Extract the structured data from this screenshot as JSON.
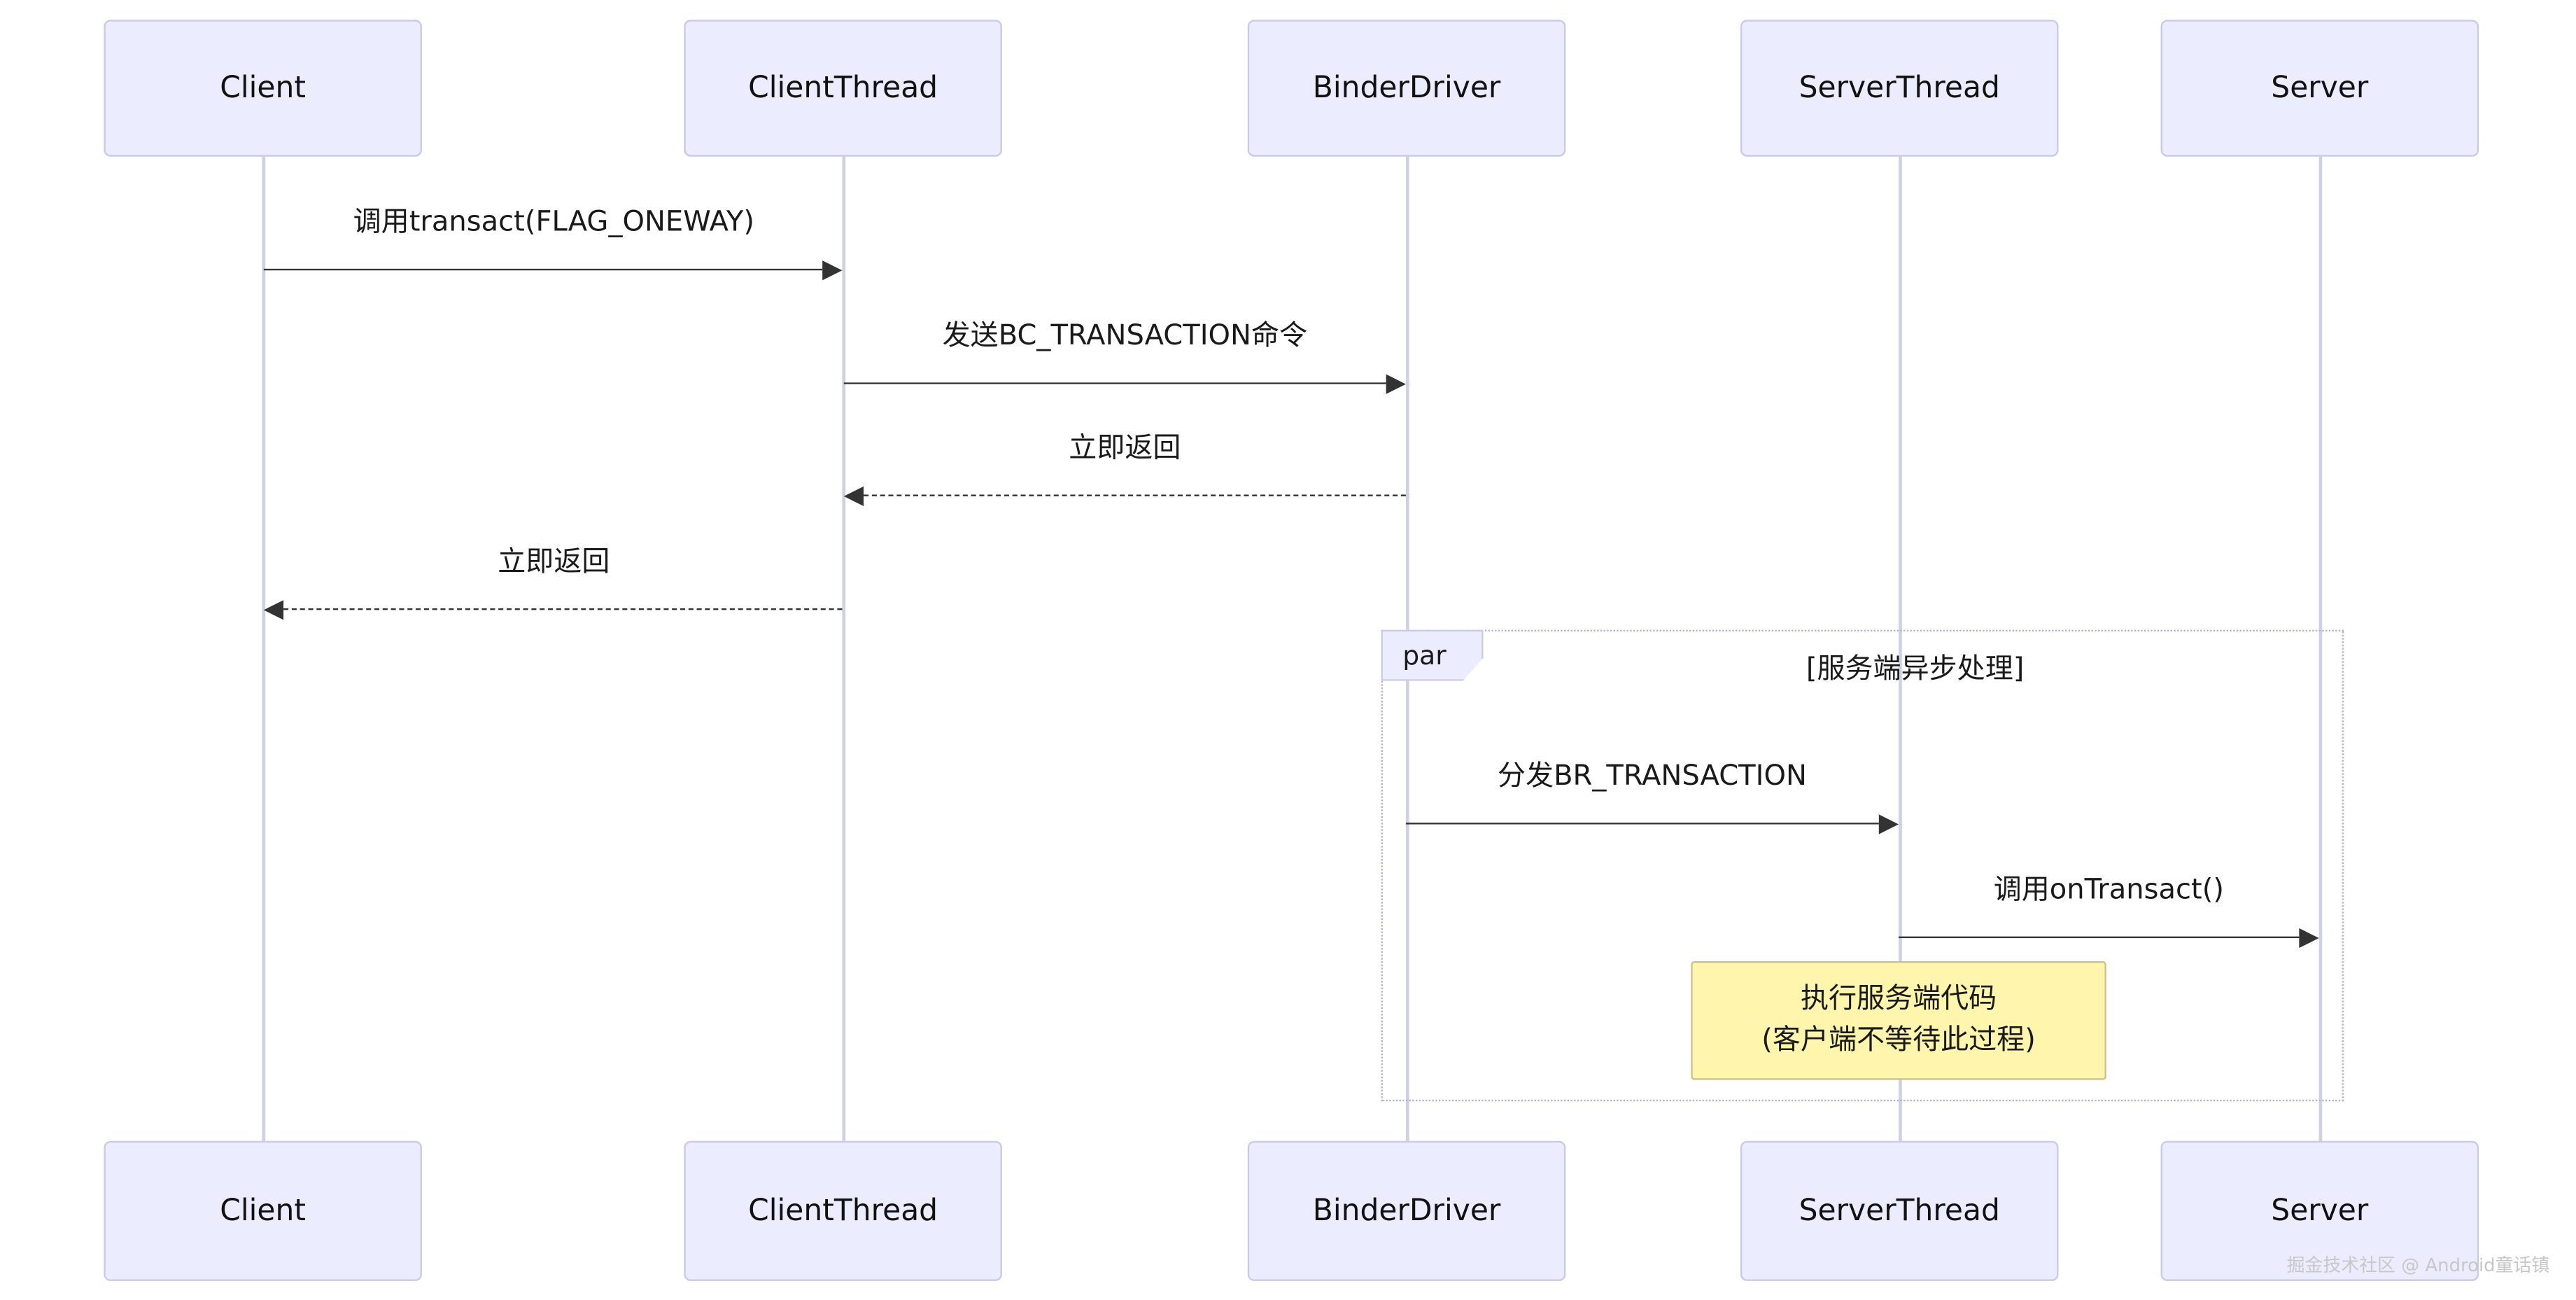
{
  "participants": [
    {
      "name": "Client"
    },
    {
      "name": "ClientThread"
    },
    {
      "name": "BinderDriver"
    },
    {
      "name": "ServerThread"
    },
    {
      "name": "Server"
    }
  ],
  "messages": [
    {
      "label": "调用transact(FLAG_ONEWAY)",
      "from": "Client",
      "to": "ClientThread",
      "style": "solid"
    },
    {
      "label": "发送BC_TRANSACTION命令",
      "from": "ClientThread",
      "to": "BinderDriver",
      "style": "solid"
    },
    {
      "label": "立即返回",
      "from": "BinderDriver",
      "to": "ClientThread",
      "style": "dashed"
    },
    {
      "label": "立即返回",
      "from": "ClientThread",
      "to": "Client",
      "style": "dashed"
    },
    {
      "label": "分发BR_TRANSACTION",
      "from": "BinderDriver",
      "to": "ServerThread",
      "style": "solid"
    },
    {
      "label": "调用onTransact()",
      "from": "ServerThread",
      "to": "Server",
      "style": "solid"
    }
  ],
  "par": {
    "label": "par",
    "condition": "[服务端异步处理]"
  },
  "note": {
    "line1": "执行服务端代码",
    "line2": "(客户端不等待此过程)"
  },
  "watermark": "掘金技术社区 @ Android童话镇",
  "colors": {
    "actor_fill": "#ECECFF",
    "actor_border": "#c9c9e8",
    "lifeline": "#d0d0e4",
    "arrow": "#333333",
    "note_fill": "#fff5ad",
    "note_border": "#c8c489"
  }
}
